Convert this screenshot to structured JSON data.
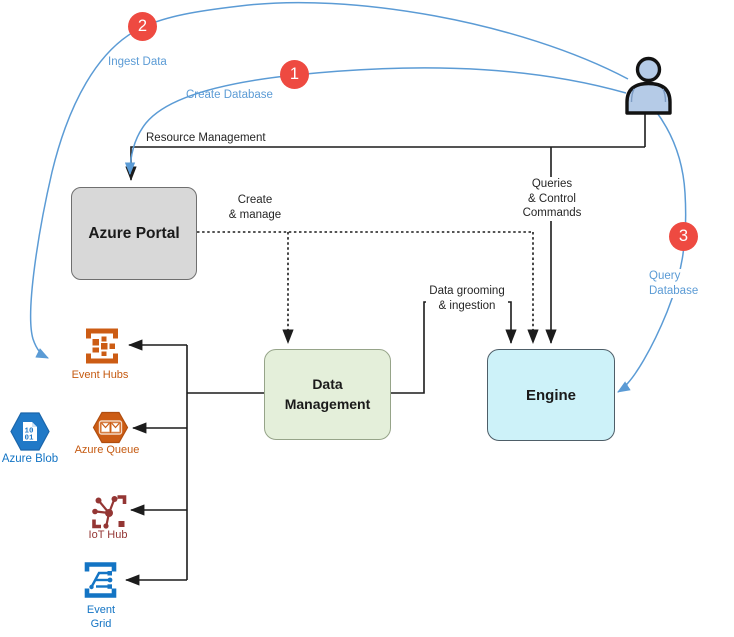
{
  "colors": {
    "flow_blue": "#5b9bd5",
    "badge_red": "#ee4a41",
    "line_black": "#1c1c1c",
    "portal_fill": "#d8d8d8",
    "data_management_fill": "#e4efda",
    "engine_fill": "#cdf2f9",
    "orange": "#c55a11",
    "iot_red": "#943634",
    "azure_blue": "#1374c4"
  },
  "badges": {
    "create": "1",
    "ingest": "2",
    "query": "3"
  },
  "flow_labels": {
    "ingest": "Ingest Data",
    "create": "Create Database",
    "query": "Query Database"
  },
  "edge_labels": {
    "resource_management": "Resource Management",
    "create_manage": "Create\n& manage",
    "queries_control": "Queries\n& Control\nCommands",
    "data_grooming": "Data grooming\n& ingestion"
  },
  "nodes": {
    "azure_portal": "Azure Portal",
    "data_management": "Data\nManagement",
    "engine": "Engine"
  },
  "sources": [
    {
      "label": "Event Hubs",
      "icon": "event-hubs-icon"
    },
    {
      "label": "Azure Queue",
      "icon": "azure-queue-icon"
    },
    {
      "label": "IoT Hub",
      "icon": "iot-hub-icon"
    },
    {
      "label": "Event\nGrid",
      "icon": "event-grid-icon"
    }
  ],
  "blob": {
    "label": "Azure Blob",
    "icon": "azure-blob-icon",
    "glyph_line1": "10",
    "glyph_line2": "01"
  },
  "actor": {
    "icon": "person-icon"
  }
}
